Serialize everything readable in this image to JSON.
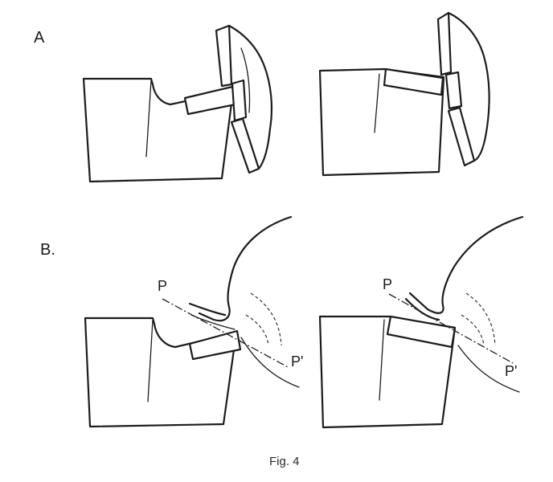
{
  "labels": {
    "section_a": "A",
    "section_b": "B.",
    "p_left": "P",
    "p_prime_left": "P'",
    "p_right": "P",
    "p_prime_right": "P'",
    "caption": "Fig. 4"
  }
}
